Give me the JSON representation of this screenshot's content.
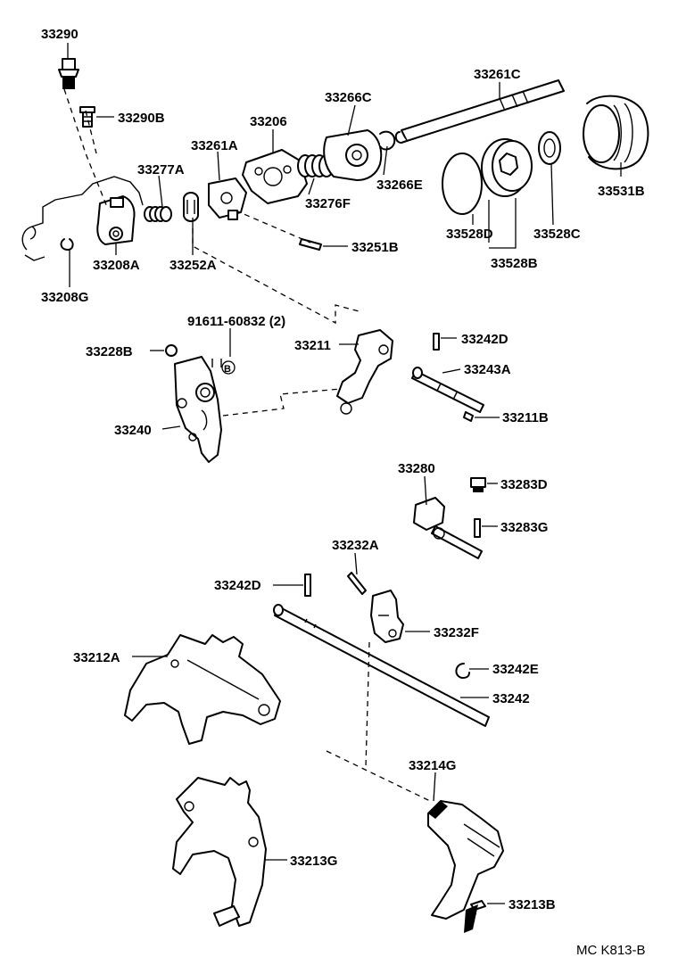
{
  "diagram": {
    "code": "MC K813-B",
    "labels": {
      "p33290": "33290",
      "p33290B": "33290B",
      "p33277A": "33277A",
      "p33261A": "33261A",
      "p33206": "33206",
      "p33266C": "33266C",
      "p33261C": "33261C",
      "p33266E": "33266E",
      "p33276F": "33276F",
      "p33531B": "33531B",
      "p33528D": "33528D",
      "p33528C": "33528C",
      "p33528B": "33528B",
      "p33251B": "33251B",
      "p33208A": "33208A",
      "p33252A": "33252A",
      "p33208G": "33208G",
      "p91611": "91611-60832 (2)",
      "pB": "B",
      "p33228B": "33228B",
      "p33211": "33211",
      "p33242D_top": "33242D",
      "p33243A": "33243A",
      "p33240": "33240",
      "p33211B": "33211B",
      "p33280": "33280",
      "p33283D": "33283D",
      "p33283G": "33283G",
      "p33232A": "33232A",
      "p33242D_mid": "33242D",
      "p33232F": "33232F",
      "p33212A": "33212A",
      "p33242E": "33242E",
      "p33242": "33242",
      "p33214G": "33214G",
      "p33213G": "33213G",
      "p33213B": "33213B"
    }
  }
}
